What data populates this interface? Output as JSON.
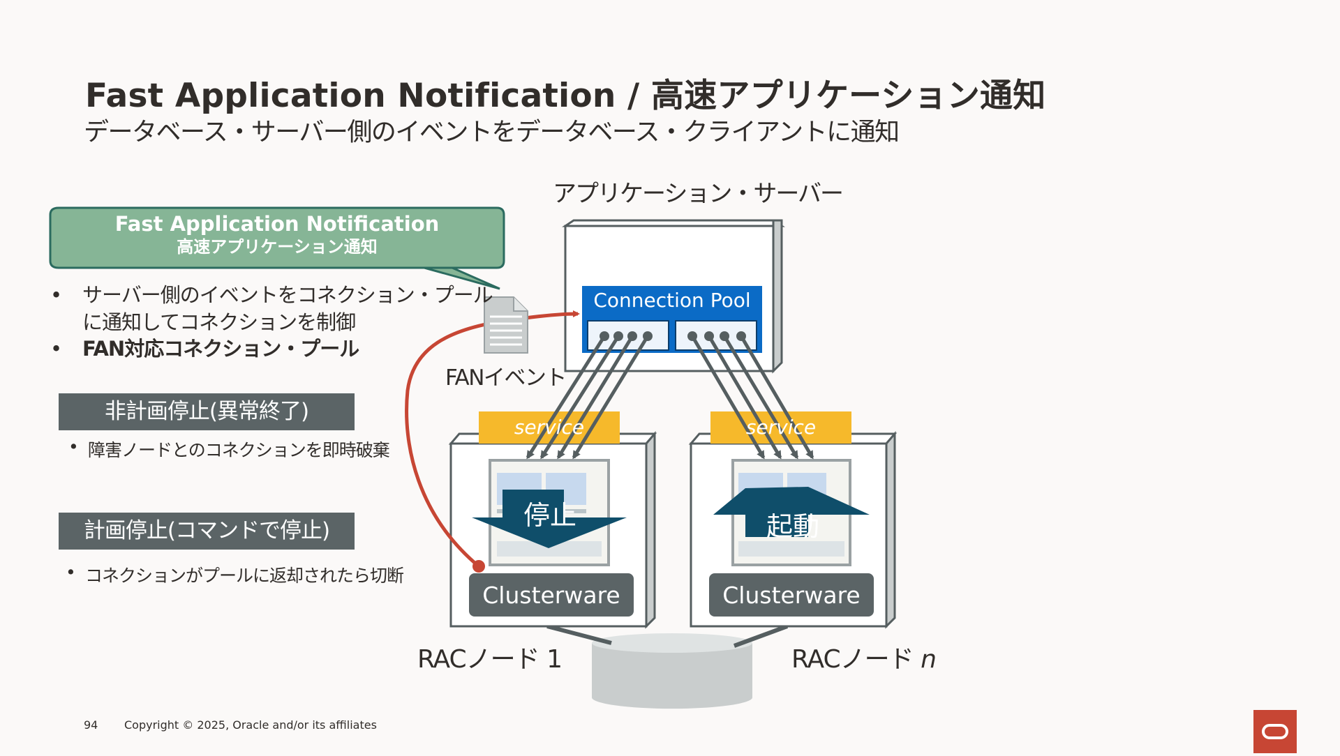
{
  "slide": {
    "title": "Fast Application Notification / 高速アプリケーション通知",
    "subtitle": "データベース・サーバー側のイベントをデータベース・クライアントに通知"
  },
  "callout": {
    "line1": "Fast Application Notification",
    "line2": "高速アプリケーション通知"
  },
  "bullets": [
    {
      "line1": "サーバー側のイベントをコネクション・プール",
      "line2": "に通知してコネクションを制御"
    },
    {
      "line1": "FAN対応コネクション・プール"
    }
  ],
  "unplanned": {
    "label": "非計画停止(異常終了)",
    "bullet": "障害ノードとのコネクションを即時破棄"
  },
  "planned": {
    "label": "計画停止(コマンドで停止)",
    "bullet": "コネクションがプールに返却されたら切断"
  },
  "diagram": {
    "app_server_label": "アプリケーション・サーバー",
    "connection_pool_label": "Connection Pool",
    "fan_event_label": "FANイベント",
    "service_label": "service",
    "clusterware_label": "Clusterware",
    "stop_label": "停止",
    "start_label": "起動",
    "rac_node_1_label": "RACノード 1",
    "rac_node_n_prefix": "RACノード ",
    "rac_node_n_suffix": "n"
  },
  "colors": {
    "callout_green": "#86b596",
    "callout_border": "#2b6b5f",
    "connection_pool_blue": "#0b6bc6",
    "service_yellow": "#f6b92b",
    "dark_gray": "#5b6466",
    "arrow_teal": "#0f4e6a",
    "fan_red": "#c74634",
    "oracle_red": "#c74634"
  },
  "footer": {
    "page_number": "94",
    "copyright": "Copyright © 2025, Oracle and/or its affiliates"
  }
}
